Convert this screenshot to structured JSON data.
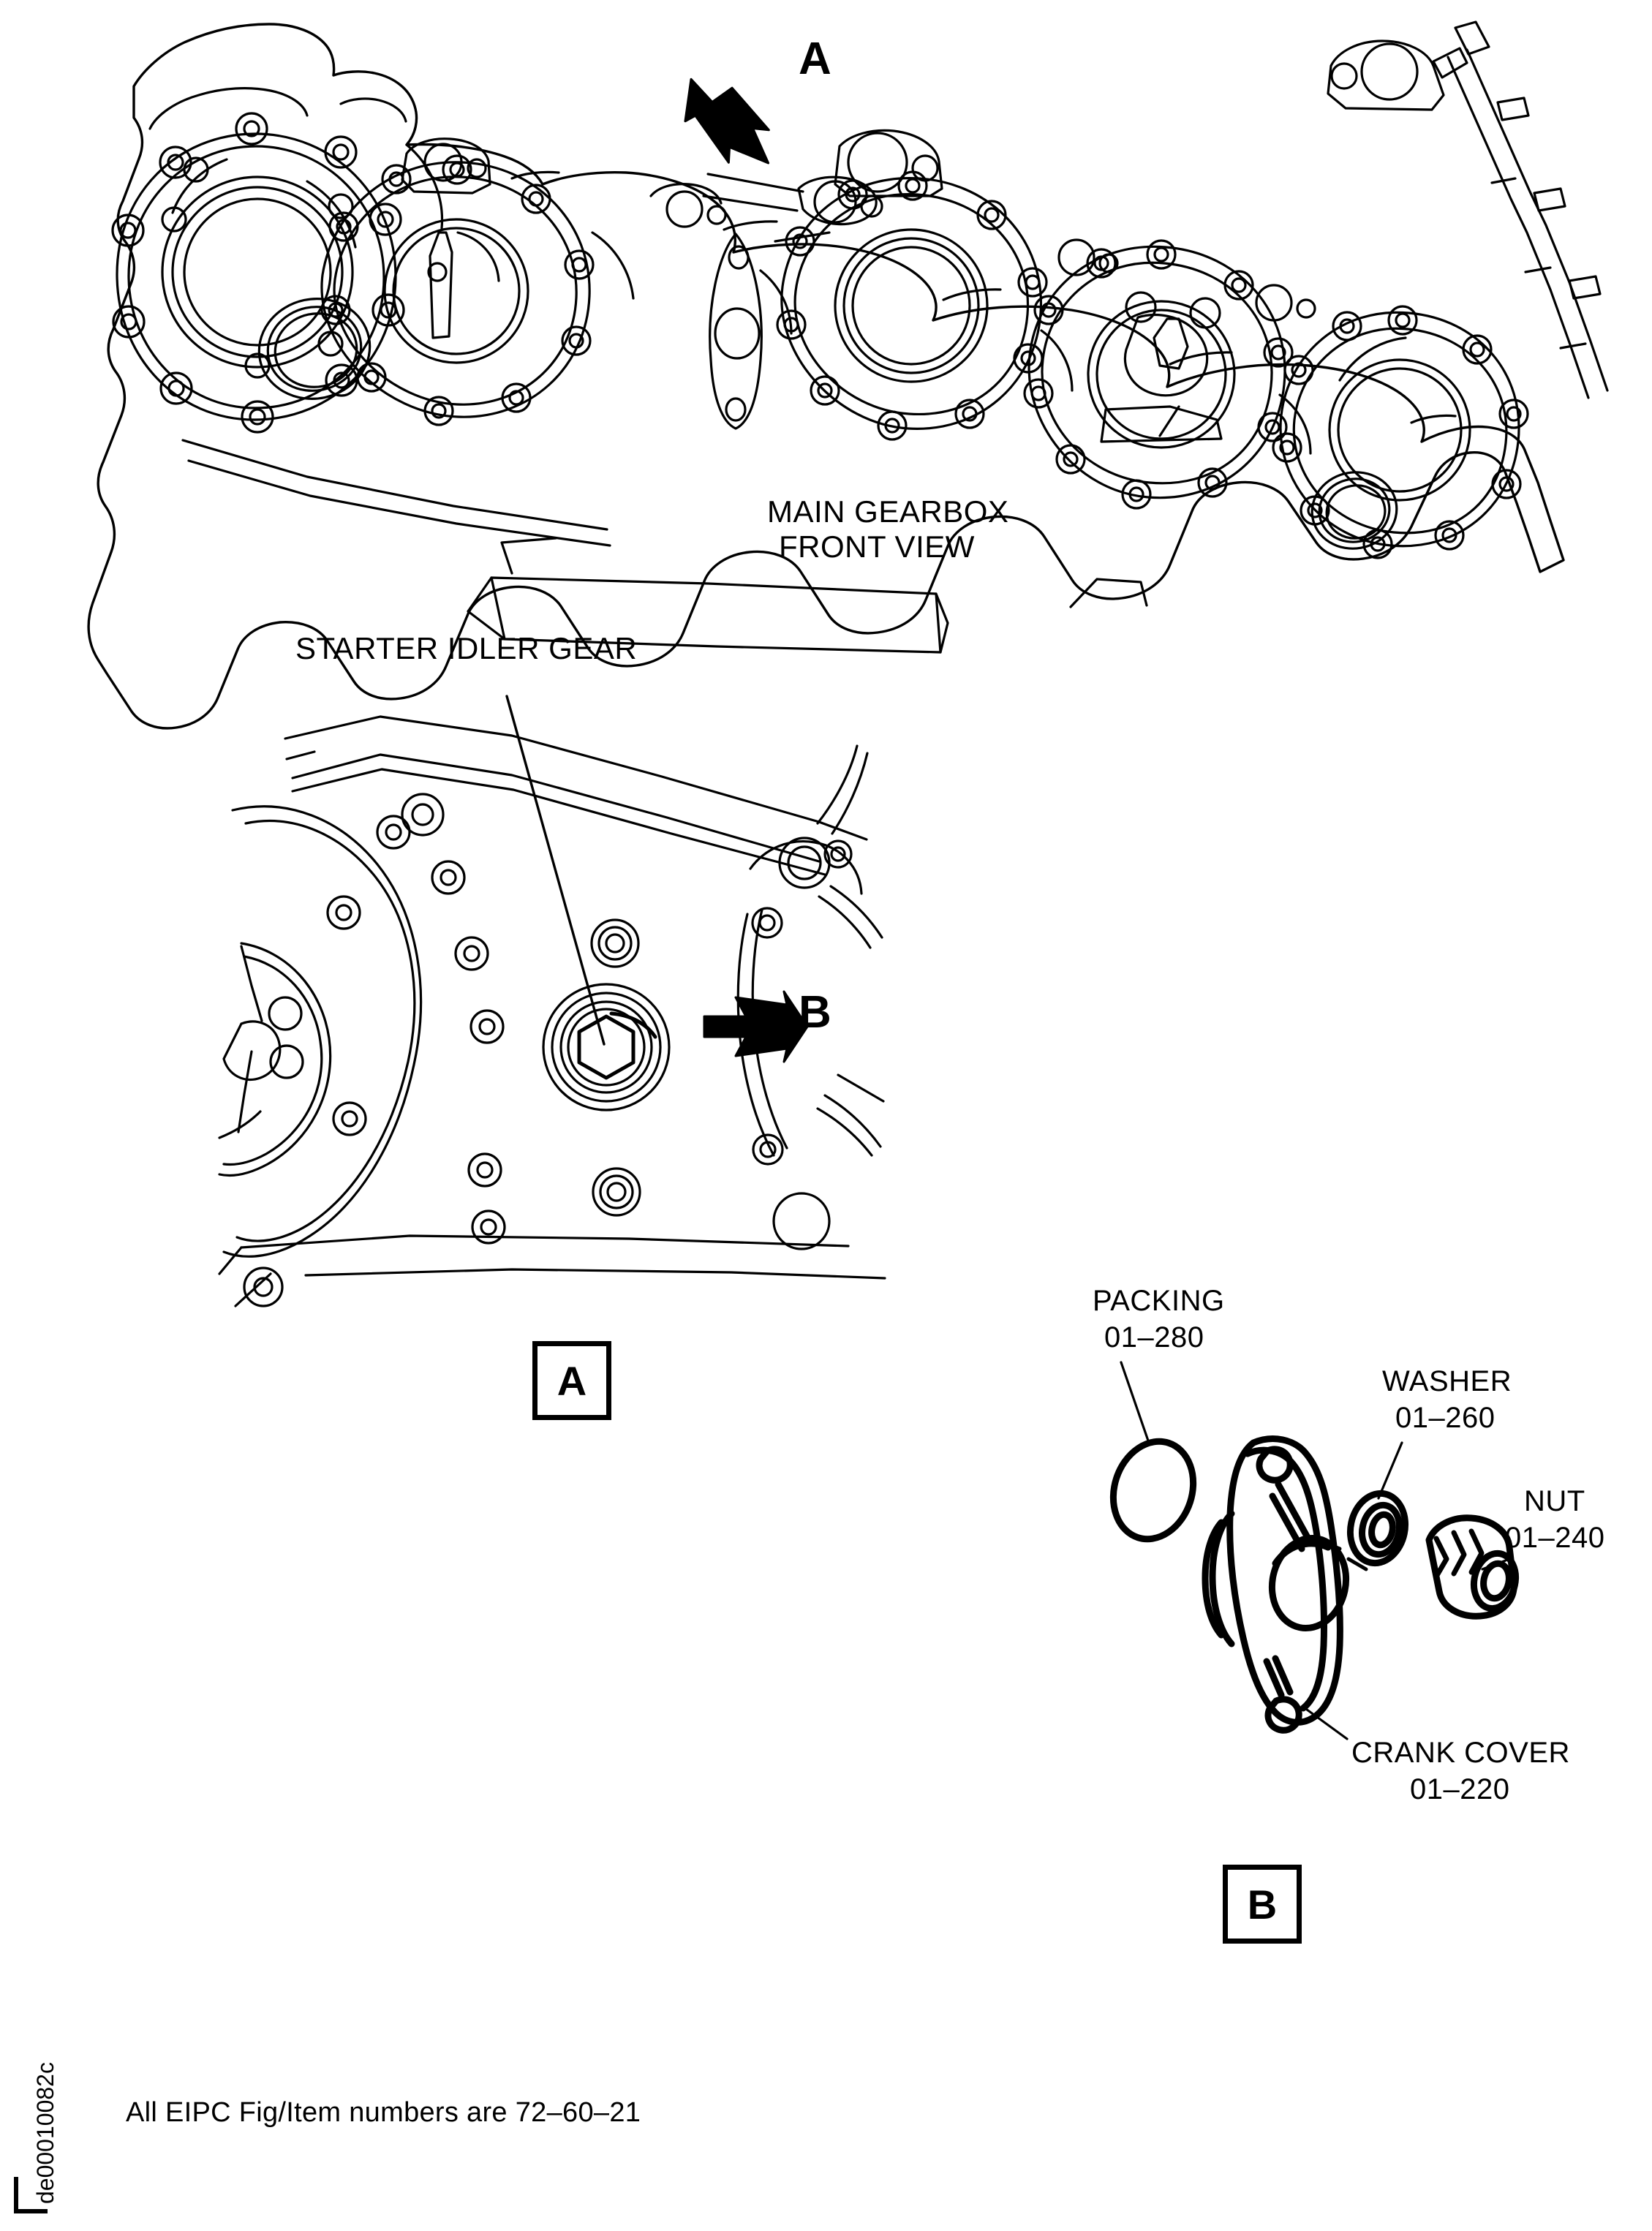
{
  "document": {
    "drawing_code": "de00010082c",
    "footer_note": "All EIPC Fig/Item numbers are 72–60–21"
  },
  "views": {
    "main": {
      "caption_line1": "MAIN GEARBOX",
      "caption_line2": "FRONT VIEW",
      "arrow_letter": "A"
    },
    "detail_a": {
      "box_letter": "A",
      "callout_label": "STARTER IDLER GEAR",
      "arrow_letter": "B"
    },
    "detail_b": {
      "box_letter": "B",
      "parts": [
        {
          "name": "PACKING",
          "number": "01–280"
        },
        {
          "name": "WASHER",
          "number": "01–260"
        },
        {
          "name": "NUT",
          "number": "01–240"
        },
        {
          "name": "CRANK COVER",
          "number": "01–220"
        }
      ]
    }
  },
  "colors": {
    "line": "#000000",
    "background": "#ffffff"
  }
}
